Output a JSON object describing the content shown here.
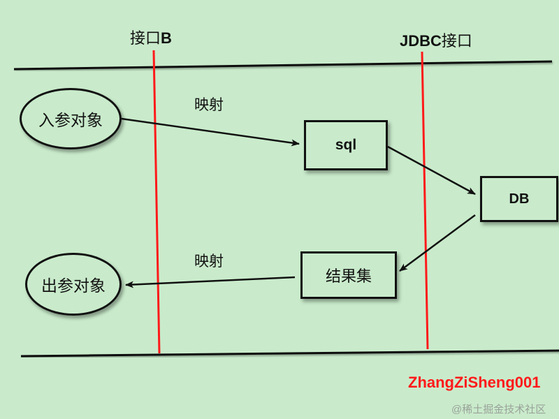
{
  "interfaces": {
    "b": {
      "prefix": "接口",
      "suffix": "B"
    },
    "jdbc": {
      "prefix": "JDBC",
      "suffix": "接口"
    }
  },
  "nodes": {
    "input_object": "入参对象",
    "output_object": "出参对象",
    "sql": "sql",
    "db": "DB",
    "result_set": "结果集"
  },
  "edges": {
    "map_top": "映射",
    "map_bottom": "映射"
  },
  "author": "ZhangZiSheng001",
  "watermark": "@稀土掘金技术社区",
  "colors": {
    "background": "#c9ebcb",
    "interface_line": "#ff1a1a",
    "author_text": "#ff1a1a",
    "stroke": "#111111"
  }
}
